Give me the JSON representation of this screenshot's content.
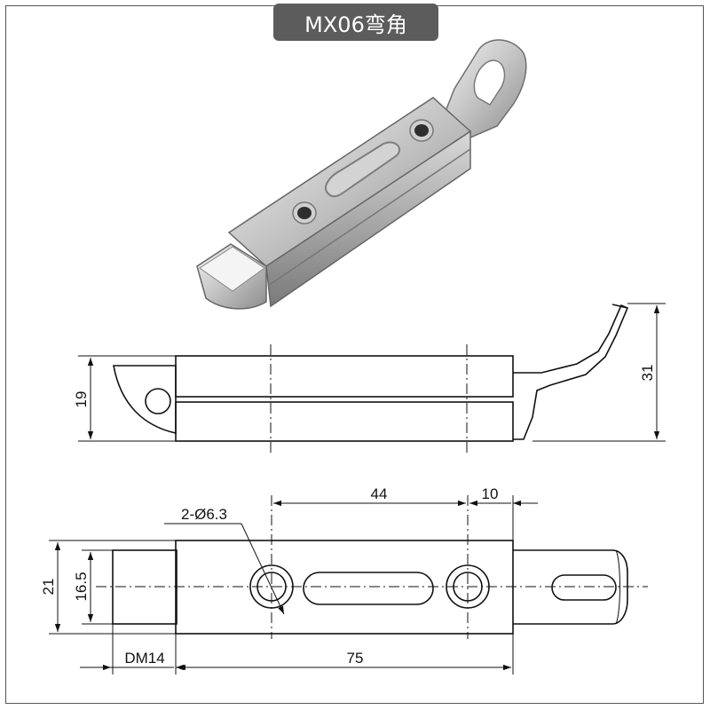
{
  "title": "MX06弯角",
  "side_view": {
    "height_label": "19",
    "total_height_label": "31"
  },
  "top_view": {
    "hole_label": "2-Ø6.3",
    "hole_spacing_label": "44",
    "end_offset_label": "10",
    "width_label": "21",
    "bolt_width_label": "16.5",
    "model_label": "DM14",
    "length_label": "75"
  },
  "colors": {
    "line": "#111111",
    "badge": "#5c5c5c",
    "metal_light": "#e8e8e8",
    "metal_dark": "#8a8a8a"
  }
}
